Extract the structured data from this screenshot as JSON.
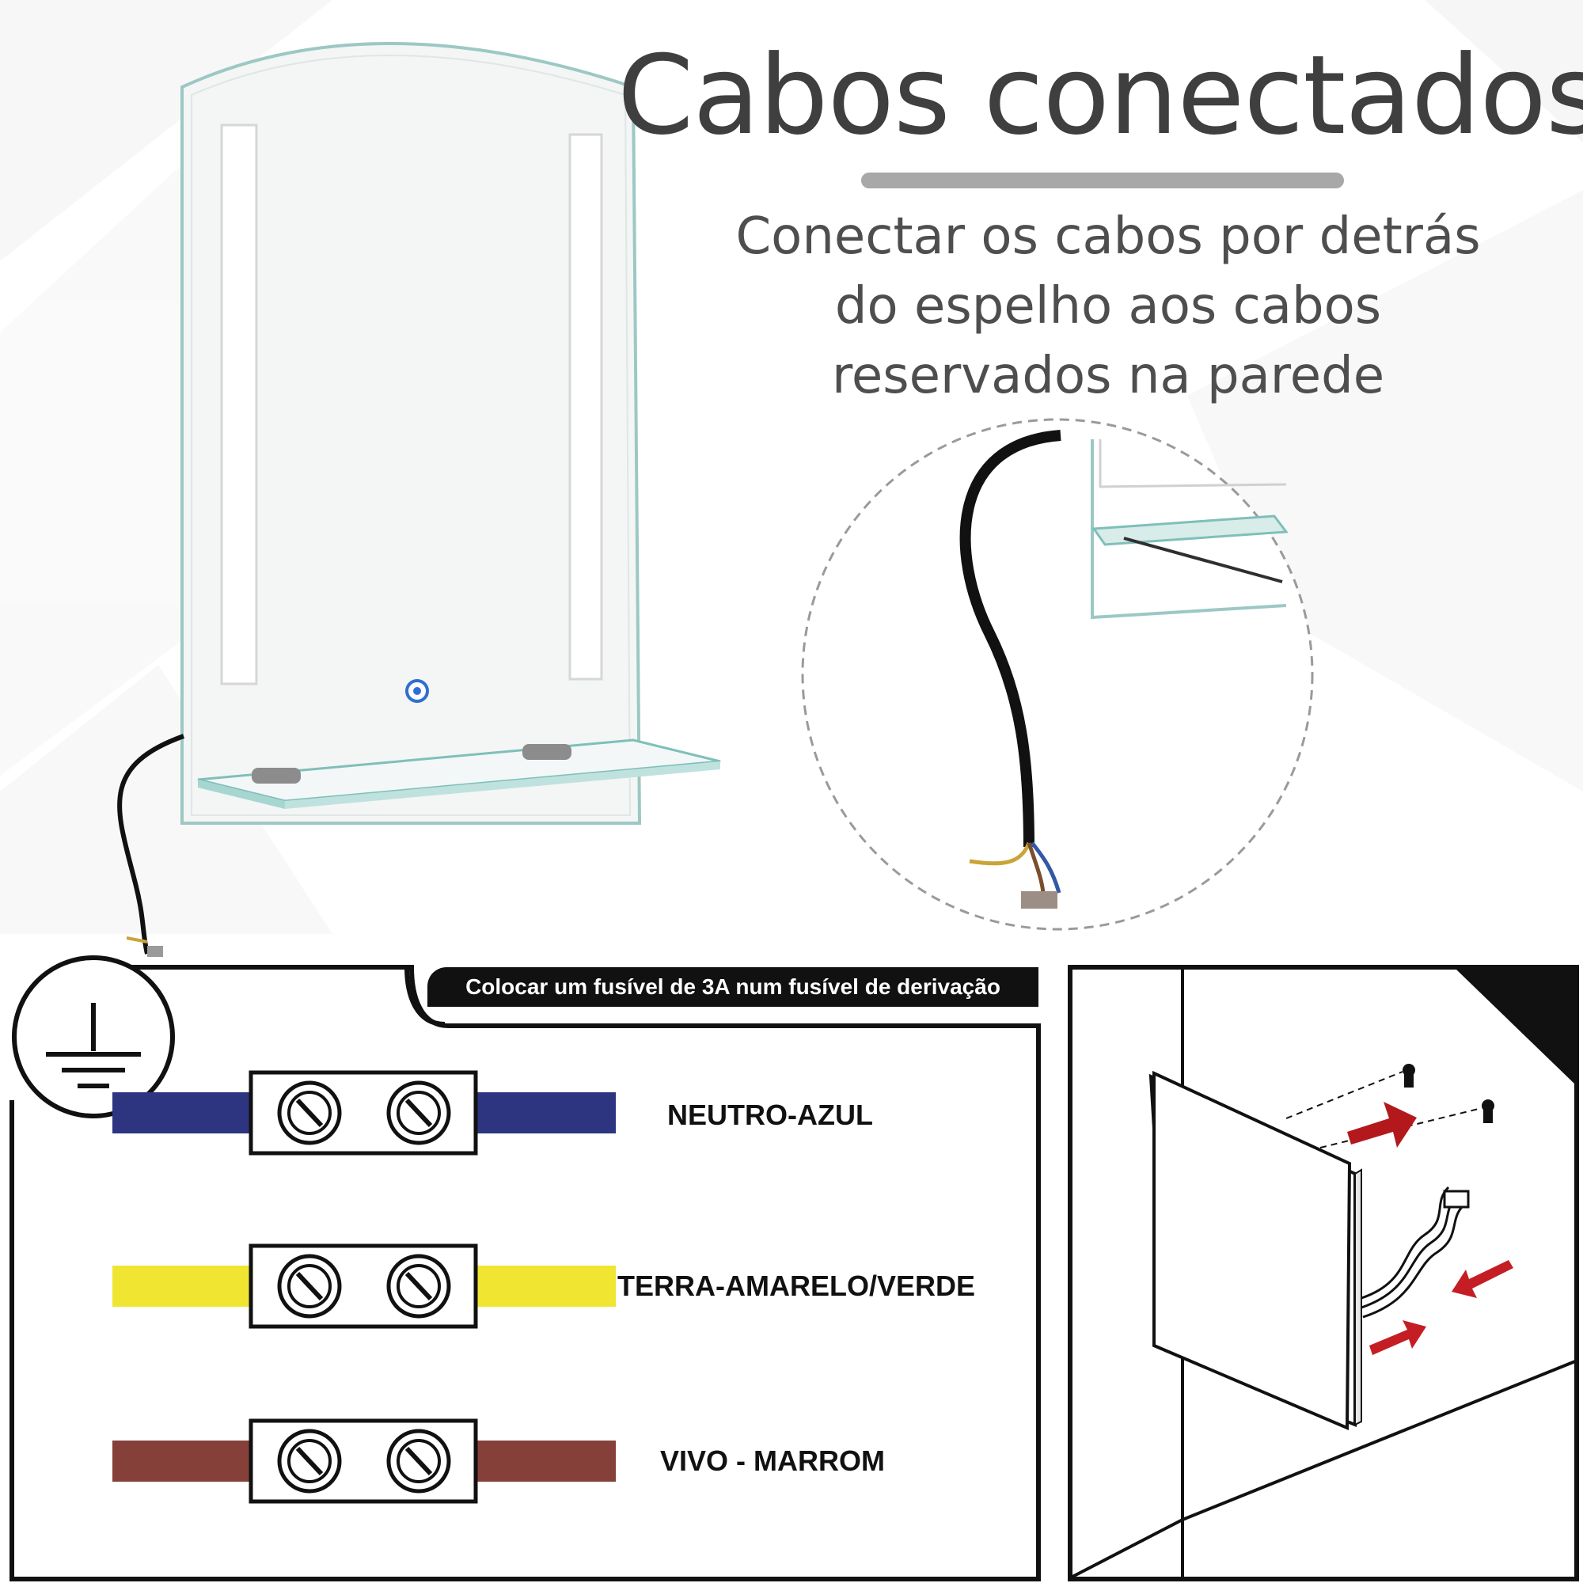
{
  "header": {
    "title": "Cabos conectados",
    "description_lines": [
      "Conectar os cabos por detrás",
      "do espelho aos cabos",
      "reservados na parede"
    ]
  },
  "wiring": {
    "fuse_note": "Colocar um fusível de 3A num fusível de derivação",
    "wires": [
      {
        "label": "NEUTRO-AZUL",
        "color": "#2e3580"
      },
      {
        "label": "TERRA-AMARELO/VERDE",
        "color": "#f0e531"
      },
      {
        "label": "VIVO - MARROM",
        "color": "#86403a"
      }
    ]
  },
  "colors": {
    "title_text": "#3f3f3f",
    "divider": "#a8a8a8",
    "mirror_glass_edge": "#8fc7c2",
    "arrow_red": "#b3191c"
  }
}
